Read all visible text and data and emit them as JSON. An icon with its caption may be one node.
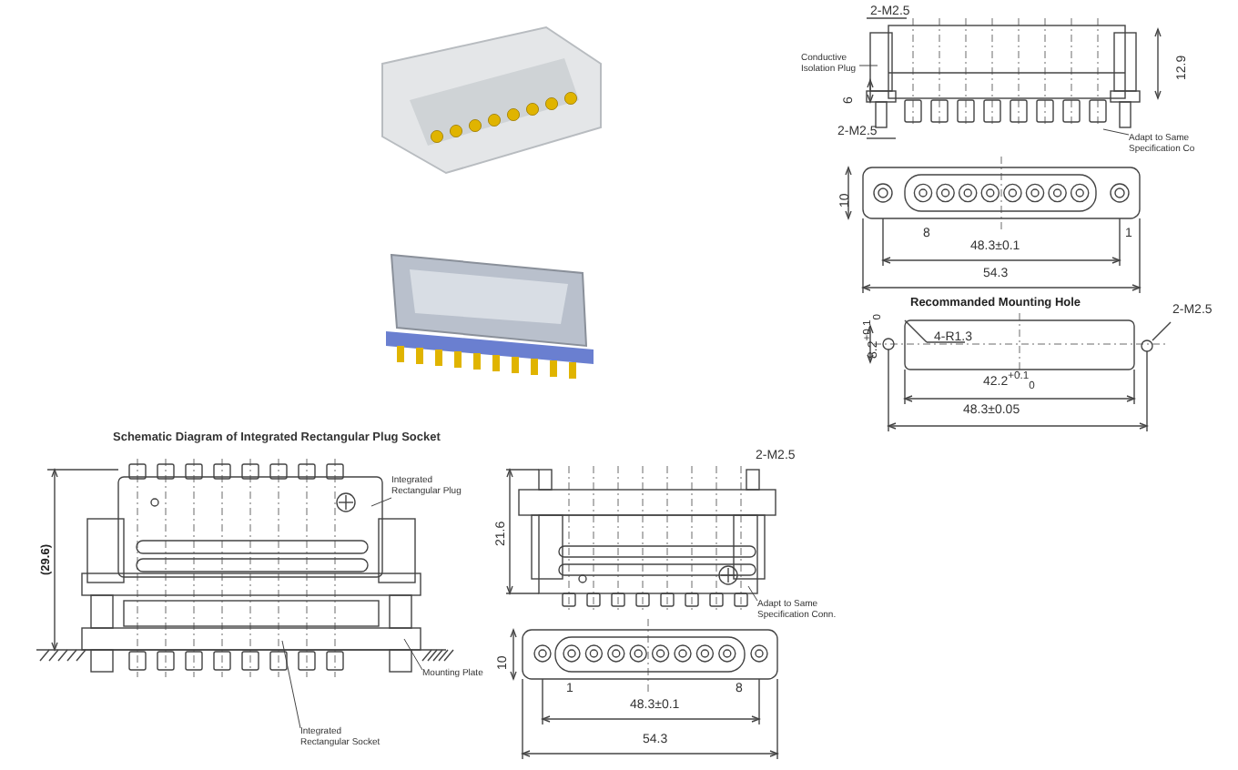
{
  "diagram": {
    "title": "Schematic Diagram of Integrated Rectangular Plug Socket",
    "nodes": [
      {
        "text": [
          "Conductive Isolation Plug"
        ]
      },
      {
        "text": [
          "Adapt to Same Specification Co"
        ]
      },
      {
        "text": [
          "Integrated Rectangular Plug"
        ]
      },
      {
        "text": [
          "Mounting Plate"
        ]
      },
      {
        "text": [
          "Integrated Rectangular Socket"
        ]
      },
      {
        "text": [
          "Adapt to Same Specification Conn."
        ]
      }
    ],
    "edges": [
      {
        "from": 0,
        "to": null,
        "arrow": "none"
      },
      {
        "from": 1,
        "to": null,
        "arrow": "none"
      },
      {
        "from": 2,
        "to": null,
        "arrow": "none"
      },
      {
        "from": 3,
        "to": null,
        "arrow": "none"
      },
      {
        "from": 4,
        "to": null,
        "arrow": "none"
      },
      {
        "from": 5,
        "to": null,
        "arrow": "none"
      }
    ],
    "labels": [
      "2-M2.5",
      "12.9",
      "6",
      "2-M2.5",
      "10",
      "8",
      "1",
      "48.3±0.1",
      "54.3",
      "Recommanded Mounting Hole",
      "4-R1.3",
      "2-M2.5",
      "8.2$^{+0.1}$$_{0}$",
      "42.2$^{+0.1}$$_{0}$",
      "48.3±0.05",
      "(29.6)",
      "2-M2.5",
      "21.6",
      "10",
      "1",
      "8",
      "48.3±0.1",
      "54.3"
    ]
  }
}
